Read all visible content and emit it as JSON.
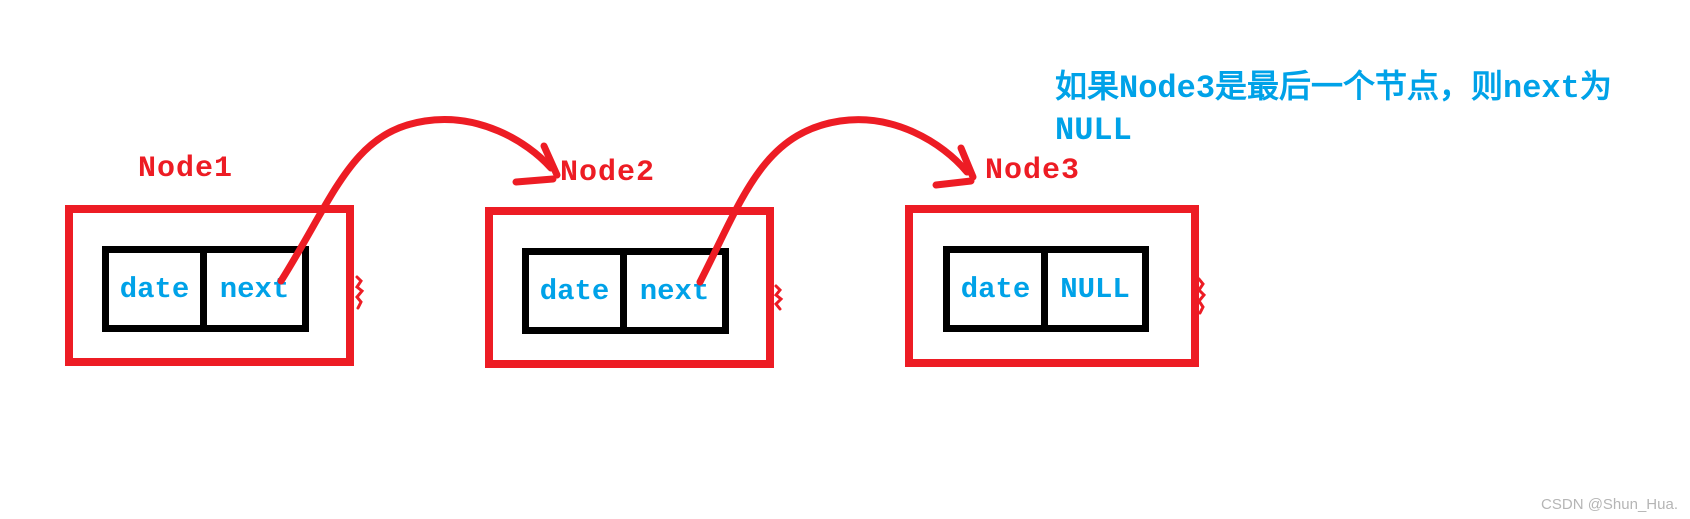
{
  "diagram": {
    "type": "linked-list",
    "nodes": [
      {
        "label": "Node1",
        "fields": [
          "date",
          "next"
        ]
      },
      {
        "label": "Node2",
        "fields": [
          "date",
          "next"
        ]
      },
      {
        "label": "Node3",
        "fields": [
          "date",
          "NULL"
        ]
      }
    ],
    "arrows": [
      {
        "from": "Node1.next",
        "to": "Node2"
      },
      {
        "from": "Node2.next",
        "to": "Node3"
      }
    ],
    "annotation": {
      "line1": "如果Node3是最后一个节点，则next为",
      "line2": "NULL"
    },
    "colors": {
      "box_red": "#ed1c24",
      "text_blue": "#00a2e8",
      "inner_black": "#000000",
      "watermark_gray": "#b5b5b5"
    }
  },
  "watermark": {
    "text": "CSDN @Shun_Hua."
  }
}
